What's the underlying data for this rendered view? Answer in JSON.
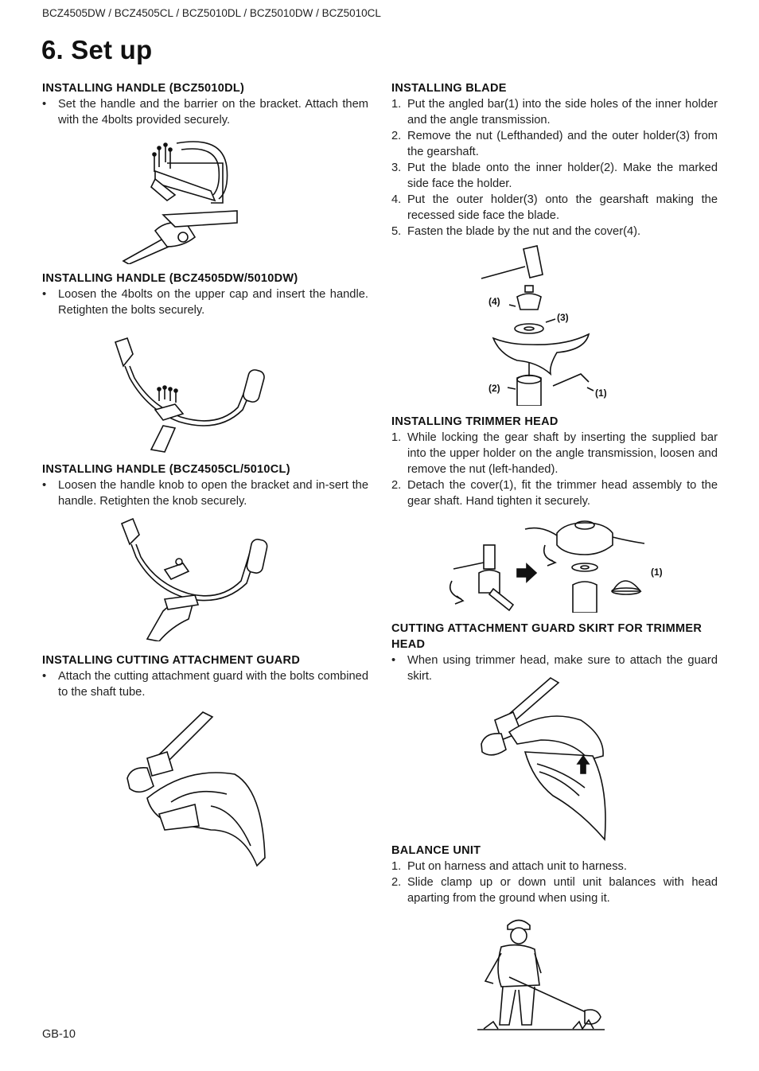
{
  "header": {
    "models": "BCZ4505DW / BCZ4505CL / BCZ5010DL / BCZ5010DW / BCZ5010CL"
  },
  "page_title": "6. Set up",
  "left": {
    "s1": {
      "heading": "INSTALLING HANDLE (BCZ5010DL)",
      "marker": "•",
      "text": "Set the handle and the barrier on the bracket. Attach them with the 4bolts provided securely."
    },
    "s2": {
      "heading": "INSTALLING HANDLE (BCZ4505DW/5010DW)",
      "marker": "•",
      "text": "Loosen the 4bolts on the upper cap and insert the handle. Retighten the bolts securely."
    },
    "s3": {
      "heading": "INSTALLING HANDLE (BCZ4505CL/5010CL)",
      "marker": "•",
      "text": "Loosen the handle knob to open the bracket and in-sert the handle. Retighten the knob securely."
    },
    "s4": {
      "heading": "INSTALLING CUTTING ATTACHMENT GUARD",
      "marker": "•",
      "text": "Attach the cutting attachment guard with the bolts combined to the shaft tube."
    }
  },
  "right": {
    "blade": {
      "heading": "INSTALLING BLADE",
      "steps": [
        {
          "n": "1.",
          "text": "Put the angled bar(1) into the side holes of the inner holder and the angle transmission."
        },
        {
          "n": "2.",
          "text": "Remove the nut (Lefthanded) and the outer holder(3) from the gearshaft."
        },
        {
          "n": "3.",
          "text": "Put the blade onto the inner holder(2). Make the marked side face the holder."
        },
        {
          "n": "4.",
          "text": "Put the outer holder(3) onto the gearshaft making the recessed side face the blade."
        },
        {
          "n": "5.",
          "text": "Fasten the blade by the nut and the cover(4)."
        }
      ],
      "labels": {
        "l4": "(4)",
        "l3": "(3)",
        "l2": "(2)",
        "l1": "(1)"
      }
    },
    "trimmer": {
      "heading": "INSTALLING TRIMMER HEAD",
      "steps": [
        {
          "n": "1.",
          "text": "While locking the gear shaft by inserting the supplied bar into the upper holder on the angle transmission, loosen and remove the nut (left-handed)."
        },
        {
          "n": "2.",
          "text": "Detach the cover(1), fit the trimmer head assembly to the gear shaft. Hand tighten it securely."
        }
      ],
      "label1": "(1)"
    },
    "skirt": {
      "heading": "CUTTING ATTACHMENT GUARD SKIRT FOR TRIMMER HEAD",
      "marker": "•",
      "text": "When using trimmer head, make sure to attach the guard skirt."
    },
    "balance": {
      "heading": "BALANCE UNIT",
      "steps": [
        {
          "n": "1.",
          "text": "Put on harness and attach unit to harness."
        },
        {
          "n": "2.",
          "text": "Slide clamp up or down until unit balances with head aparting from the ground when using it."
        }
      ]
    }
  },
  "footer": {
    "page": "GB-10"
  }
}
